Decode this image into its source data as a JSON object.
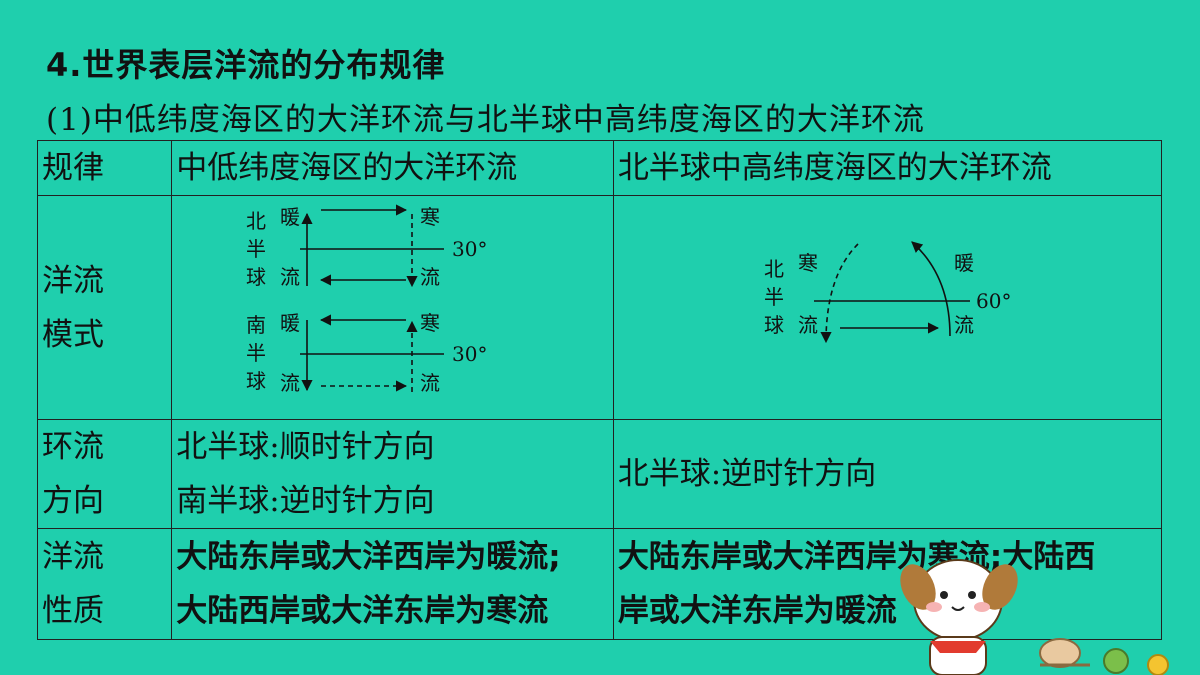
{
  "heading": "4.世界表层洋流的分布规律",
  "subheading": "(1)中低纬度海区的大洋环流与北半球中高纬度海区的大洋环流",
  "table": {
    "header": [
      "规律",
      "中低纬度海区的大洋环流",
      "北半球中高纬度海区的大洋环流"
    ],
    "pattern_label": [
      "洋流",
      "模式"
    ],
    "direction_label": [
      "环流",
      "方向"
    ],
    "nature_label": [
      "洋流",
      "性质"
    ],
    "direction_low": [
      "北半球:顺时针方向",
      "南半球:逆时针方向"
    ],
    "direction_high": "北半球:逆时针方向",
    "nature_low": [
      "大陆东岸或大洋西岸为暖流;",
      "大陆西岸或大洋东岸为寒流"
    ],
    "nature_high": [
      "大陆东岸或大洋西岸为寒流;大陆西",
      "岸或大洋东岸为暖流"
    ]
  },
  "diagram_low": {
    "north_label": [
      "北",
      "半",
      "球"
    ],
    "south_label": [
      "南",
      "半",
      "球"
    ],
    "warm": "暖",
    "cold": "寒",
    "current": "流",
    "latitude": "30°"
  },
  "diagram_high": {
    "hemisphere_label": [
      "北",
      "半",
      "球"
    ],
    "cold": "寒",
    "warm": "暖",
    "current": "流",
    "latitude": "60°"
  },
  "colors": {
    "background": "#1fcfad",
    "line": "#222222"
  }
}
